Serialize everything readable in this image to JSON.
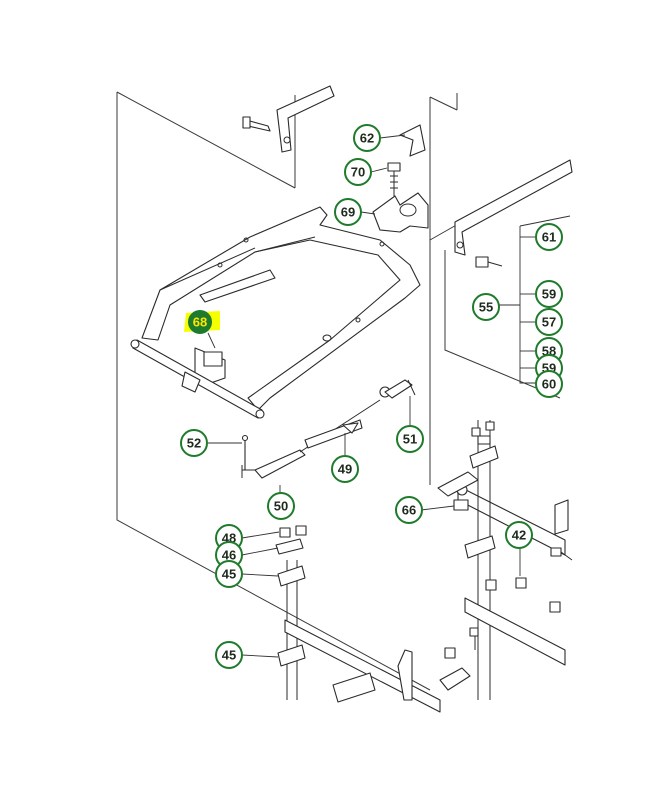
{
  "diagram": {
    "highlight_color": "#f6ff00",
    "callout_color": "#1e7b2c",
    "highlighted_part": "68",
    "callouts": {
      "c61": "61",
      "c62": "62",
      "c70": "70",
      "c69": "69",
      "c55": "55",
      "c59a": "59",
      "c57": "57",
      "c58": "58",
      "c59b": "59",
      "c60": "60",
      "c68": "68",
      "c52": "52",
      "c51": "51",
      "c49": "49",
      "c50": "50",
      "c66": "66",
      "c42": "42",
      "c48": "48",
      "c46": "46",
      "c45a": "45",
      "c45b": "45"
    }
  }
}
